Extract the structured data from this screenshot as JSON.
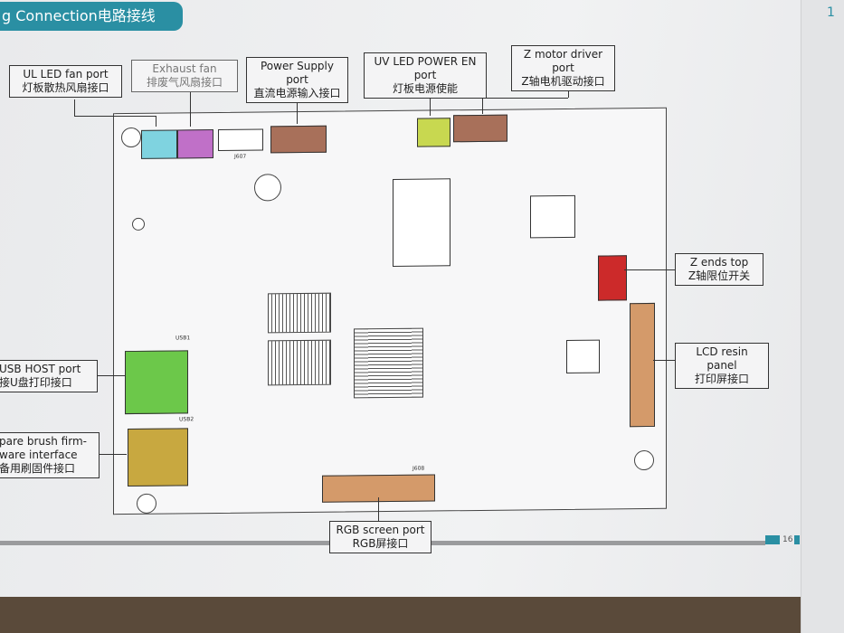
{
  "title": "g Connection电路接线",
  "page_number": "16",
  "side_page_number": "1",
  "labels": {
    "ul_led_fan": {
      "en": "UL LED fan port",
      "zh": "灯板散热风扇接口"
    },
    "exhaust_fan": {
      "en": "Exhaust fan",
      "zh": "排废气风扇接口"
    },
    "power_supply": {
      "en": "Power Supply port",
      "zh": "直流电源输入接口"
    },
    "uv_led_power": {
      "en": "UV LED POWER EN port",
      "zh": "灯板电源使能"
    },
    "z_motor": {
      "en": "Z motor driver port",
      "zh": "Z轴电机驱动接口"
    },
    "z_ends": {
      "en": "Z ends top",
      "zh": "Z轴限位开关"
    },
    "lcd_resin": {
      "en": "LCD resin panel",
      "zh": "打印屏接口"
    },
    "usb_host": {
      "en": "USB HOST port",
      "zh": "接U盘打印接口"
    },
    "spare_brush": {
      "en": "pare brush firm-\nware interface",
      "zh": "备用刷固件接口"
    },
    "rgb_screen": {
      "en": "RGB screen port",
      "zh": "RGB屏接口"
    }
  },
  "board": {
    "usb1": "USB1",
    "usb2": "USB2",
    "j608": "J608",
    "j607": "J607"
  },
  "colors": {
    "teal": "#2a8fa3",
    "cyan": "#7fd3e0",
    "magenta": "#c070c8",
    "brown": "#a8705a",
    "yellow": "#c8d850",
    "red": "#cc2a2a",
    "orange": "#d49a6a",
    "green": "#6cc84a",
    "gold": "#c8a840"
  }
}
